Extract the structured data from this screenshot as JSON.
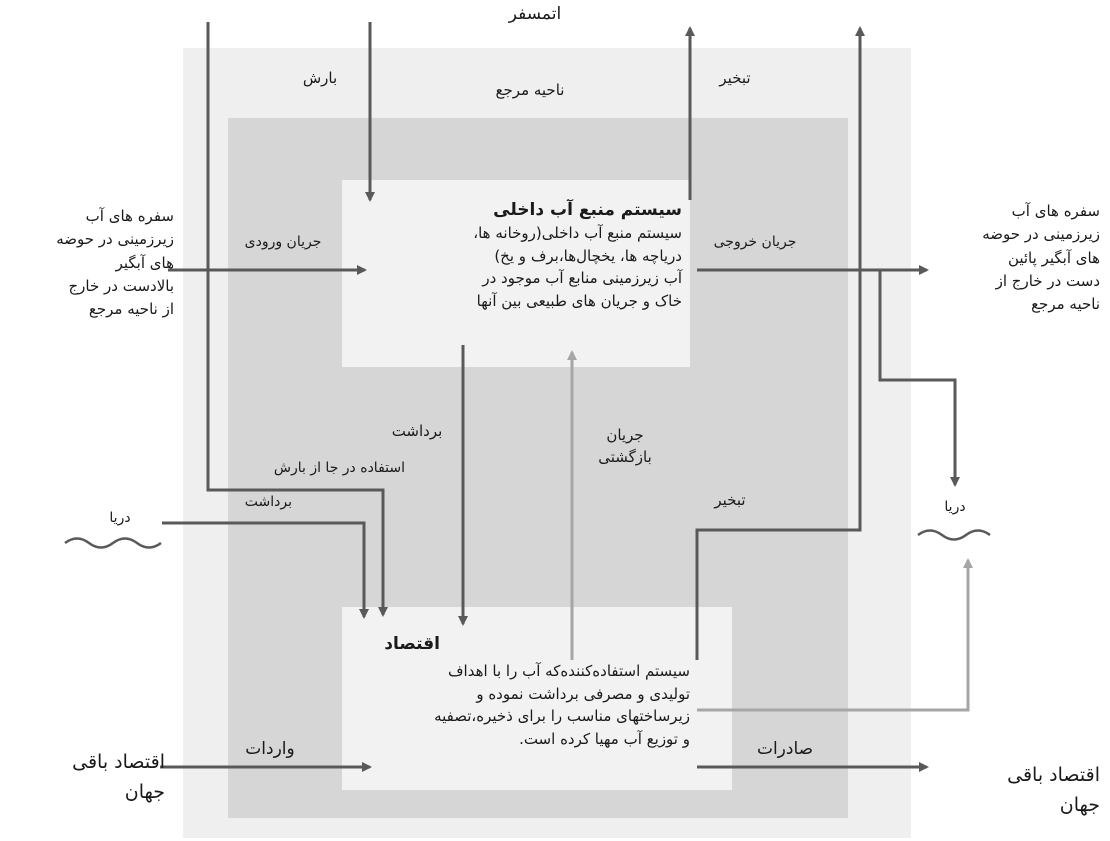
{
  "labels": {
    "atmosphere": "اتمسفر",
    "precipitation": "بارش",
    "reference_region": "ناحیه مرجع",
    "evaporation_top": "تبخیر",
    "inflow": "جریان ورودی",
    "outflow": "جریان خروجی",
    "upstream_aquifers": "سفره های آب\nزیرزمینی در حوضه\nهای آبگیر\nبالادست در خارج\nاز ناحیه مرجع",
    "downstream_aquifers": "سفره های آب\nزیرزمینی در حوضه\nهای آبگیر پائین\nدست در خارج از\nناحیه مرجع",
    "inland_title": "سیستم منبع آب داخلی",
    "inland_body": "سیستم منبع آب داخلی(روخانه ها،\nدریاچه ها، یخچال‌ها،برف و یخ)\nآب زیرزمینی منابع آب موجود در\nخاک و جریان های طبیعی بین آنها",
    "abstraction": "برداشت",
    "return_flow": "جریان\nبازگشتی",
    "in_situ_use": "استفاده در جا از بارش",
    "abstraction_small": "برداشت",
    "evaporation_mid": "تبخیر",
    "sea_left": "دریا",
    "sea_right": "دریا",
    "economy_title": "اقتصاد",
    "economy_body": "سیستم استفاده‌کننده‌که آب را با اهداف\nتولیدی و مصرفی برداشت نموده و\nزیرساختهای مناسب را برای ذخیره،تصفیه\nو توزیع آب مهیا کرده است.",
    "imports": "واردات",
    "exports": "صادرات",
    "rest_world_left": "اقتصاد باقی\nجهان",
    "rest_world_right": "اقتصاد باقی\nجهان"
  },
  "colors": {
    "outer_box": "#efefef",
    "inner_box": "#d6d6d6",
    "node_box": "#f2f2f2",
    "arrow_dark": "#595959",
    "arrow_light": "#a6a6a6"
  }
}
